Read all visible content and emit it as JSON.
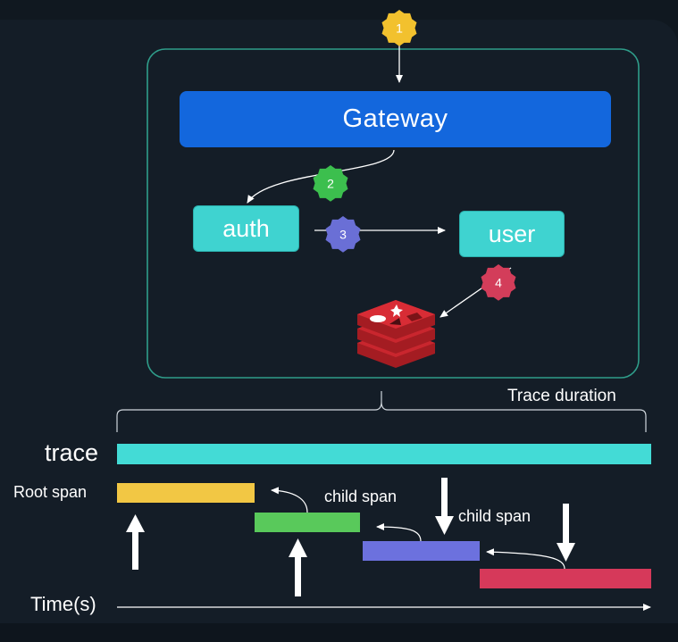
{
  "diagram": {
    "services": {
      "gateway": "Gateway",
      "auth": "auth",
      "user": "user"
    },
    "badges": [
      "1",
      "2",
      "3",
      "4"
    ],
    "database_icon": "redis-database-icon"
  },
  "timeline": {
    "duration_label": "Trace duration",
    "trace_label": "trace",
    "root_span_label": "Root span",
    "child_span_label_1": "child span",
    "child_span_label_2": "child span",
    "time_axis_label": "Time(s)"
  },
  "colors": {
    "background": "#141d27",
    "gateway": "#1367dd",
    "service": "#3fd3d0",
    "trace_bar": "#43dbd6",
    "root_span": "#f2c744",
    "child_span_green": "#59c95b",
    "child_span_blue": "#6c71de",
    "child_span_red": "#d6395a",
    "badge_yellow": "#f2c12e",
    "badge_green": "#3cbf4e",
    "badge_blue": "#6a6fd6",
    "badge_red": "#d33d5a",
    "frame": "#2f9d8a"
  }
}
